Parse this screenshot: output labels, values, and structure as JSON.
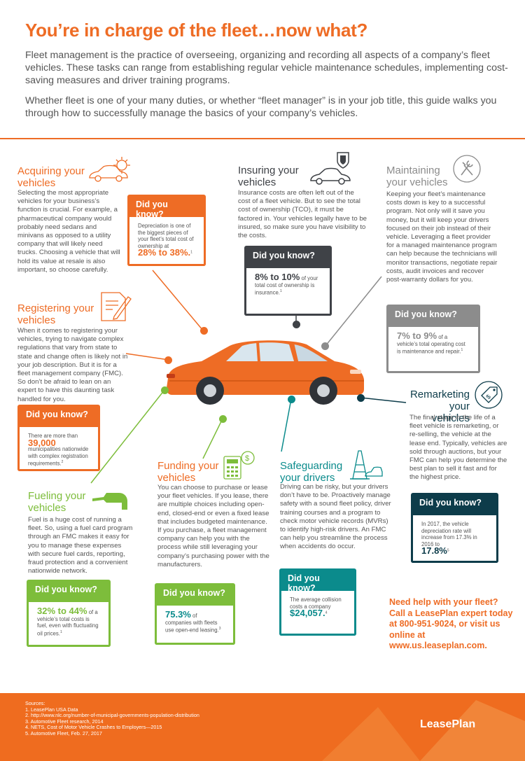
{
  "title": "You’re in charge of the fleet…now what?",
  "intro_1": "Fleet management is the practice of overseeing, organizing and recording all aspects of a company’s fleet vehicles. These tasks can range from establishing regular vehicle maintenance schedules, implementing cost-saving measures and driver training programs.",
  "intro_2": "Whether fleet is one of your many duties, or whether “fleet manager” is in your job title, this guide walks you through how to successfully manage the basics of your company’s vehicles.",
  "colors": {
    "orange": "#ee6c25",
    "dark": "#3f4247",
    "gray": "#8c8c8c",
    "teal": "#0b8b8c",
    "green": "#7dbd3b",
    "navy": "#0d3c4a"
  },
  "dyk_label": "Did you know?",
  "acquiring": {
    "title_1": "Acquiring your",
    "title_2": "vehicles",
    "body": "Selecting the most appropriate vehicles for your business’s function is crucial. For example, a pharmaceutical company would probably need sedans and minivans as opposed to a utility company that will likely need trucks. Choosing a vehicle that will hold its value at resale is also important, so choose carefully.",
    "dyk_text": "Depreciation is one of the biggest pieces of your fleet’s total cost of ownership at",
    "dyk_big": "28% to 38%.",
    "dyk_sup": "1"
  },
  "insuring": {
    "title_1": "Insuring your",
    "title_2": "vehicles",
    "body": "Insurance costs are often left out of the cost of a fleet vehicle. But to see the total cost of ownership (TCO), it must be factored in. Your vehicles legally have to be insured, so make sure you have visibility to the costs.",
    "dyk_big": "8% to 10%",
    "dyk_text": "of your total cost of ownership is insurance.",
    "dyk_sup": "1"
  },
  "maintaining": {
    "title_1": "Maintaining",
    "title_2": "your vehicles",
    "body": "Keeping your fleet’s maintenance costs down is key to a successful program. Not only will it save you money, but it will keep your drivers focused on their job instead of their vehicle. Leveraging a fleet provider for a managed maintenance program can help because the technicians will monitor transactions, negotiate repair costs, audit invoices and recover post-warranty dollars for you.",
    "dyk_big": "7% to 9%",
    "dyk_text": "of a vehicle’s total operating cost is maintenance and repair.",
    "dyk_sup": "1"
  },
  "registering": {
    "title_1": "Registering your",
    "title_2": "vehicles",
    "body": "When it comes to registering your vehicles, trying to navigate complex regulations that vary from state to state and change often is likely not in your job description. But it is for a fleet management company (FMC). So don’t be afraid to lean on an expert to have this daunting task handled for you.",
    "dyk_pre": "There are more than",
    "dyk_big": "39,000",
    "dyk_text": "municipalities nationwide with complex registration requirements.",
    "dyk_sup": "2"
  },
  "remarketing": {
    "title_1": "Remarketing",
    "title_2": "your vehicles",
    "body": "The final stage in the life of a fleet vehicle is remarketing, or re-selling, the vehicle at the lease end. Typically, vehicles are sold through auctions, but your FMC can help you determine the best plan to sell it fast and for the highest price.",
    "dyk_text": "In 2017, the vehicle depreciation rate will increase from 17.3% in 2016 to",
    "dyk_big": "17.8%",
    "dyk_sup": "5"
  },
  "fueling": {
    "title_1": "Fueling your",
    "title_2": "vehicles",
    "body": "Fuel is a huge cost of running a fleet. So, using a fuel card program through an FMC makes it easy for you to manage these expenses with secure fuel cards, reporting, fraud protection and a convenient nationwide network.",
    "dyk_big": "32% to 44%",
    "dyk_text": "of a vehicle’s total costs is fuel, even with fluctuating oil prices.",
    "dyk_sup": "1"
  },
  "funding": {
    "title_1": "Funding your",
    "title_2": "vehicles",
    "body": "You can choose to purchase or lease your fleet vehicles. If you lease, there are multiple choices including open-end, closed-end or even a fixed lease that includes budgeted maintenance. If you purchase, a fleet management company can help you with the process while still leveraging your company’s purchasing power with the manufacturers.",
    "dyk_big": "75.3%",
    "dyk_text": "of companies with fleets use open-end leasing.",
    "dyk_sup": "3"
  },
  "safeguarding": {
    "title_1": "Safeguarding",
    "title_2": "your drivers",
    "body": "Driving can be risky, but your drivers don’t have to be. Proactively manage safety with a sound fleet policy, driver training courses and a program to check motor vehicle records (MVRs) to identify high-risk drivers. An FMC can help you streamline the process when accidents do occur.",
    "dyk_text": "The average collision costs a company",
    "dyk_big": "$24,057.",
    "dyk_sup": "4"
  },
  "cta": "Need help with your fleet? Call a LeasePlan expert today at 800-951-9024, or visit us online at www.us.leaseplan.com.",
  "sources": {
    "label": "Sources:",
    "items": [
      "1. LeasePlan USA Data",
      "2. http://www.nlc.org/number-of-municipal-governments-population-distribution",
      "3. Automotive Fleet research, 2014",
      "4. NETS, Cost of Motor Vehicle Crashes to Employers—2015",
      "5. Automotive Fleet, Feb. 27, 2017"
    ]
  },
  "logo": "LeasePlan"
}
